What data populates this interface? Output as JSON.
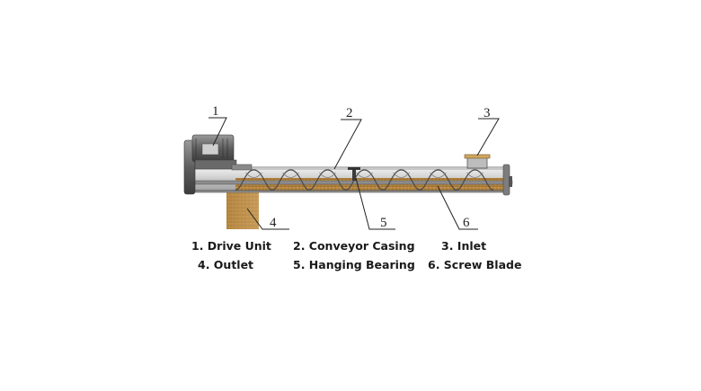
{
  "callouts": [
    "1",
    "2",
    "3",
    "4",
    "5",
    "6"
  ],
  "legend": [
    "1. Drive Unit",
    "2. Conveyor Casing",
    "3. Inlet",
    "4. Outlet",
    "5. Hanging Bearing",
    "6. Screw Blade"
  ],
  "colors": {
    "casing": "#c9c9c9",
    "material": "#b8863e",
    "motor": "#7a7a7a",
    "leader": "#222222"
  }
}
